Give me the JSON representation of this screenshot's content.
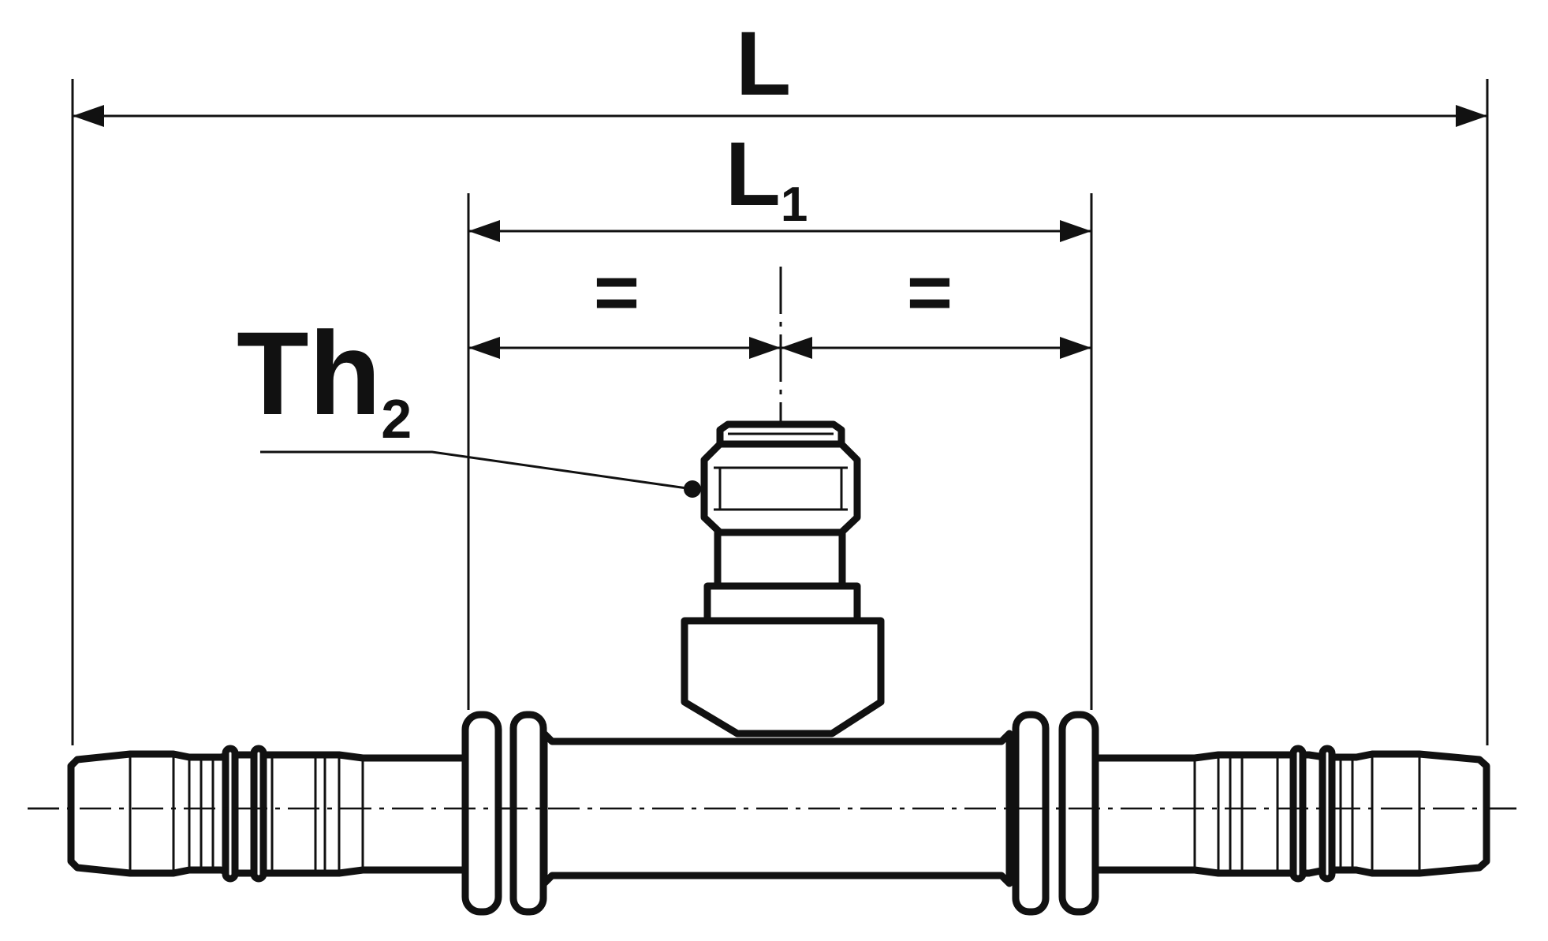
{
  "diagram": {
    "overall_length_label": "L",
    "center_length_label": "L",
    "center_length_subscript": "1",
    "equal_left_label": "=",
    "equal_right_label": "=",
    "thread_label": "Th",
    "thread_subscript": "2"
  },
  "colors": {
    "line": "#111111",
    "background": "#ffffff"
  }
}
